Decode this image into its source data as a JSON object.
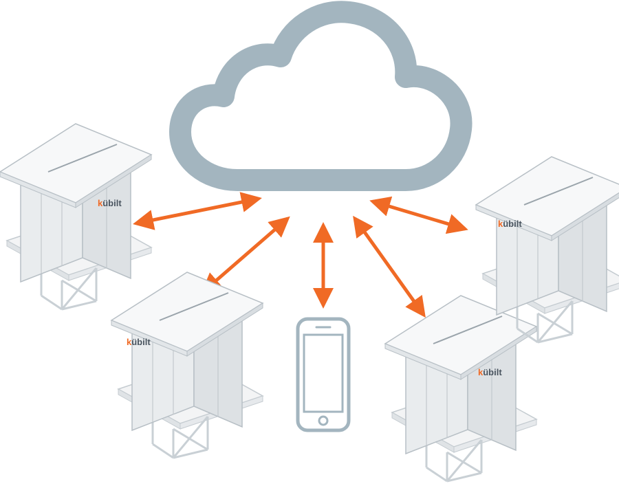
{
  "brand": {
    "logo_text": "kübilt",
    "logo_accent_letter": "k",
    "logo_rest": "übilt"
  },
  "colors": {
    "cloud": "#a3b5bf",
    "arrow": "#f06a25",
    "phone": "#a3b5bf",
    "unit_face": "#e9ecee",
    "unit_side": "#dde1e4",
    "unit_roof": "#f7f8f9",
    "unit_edge": "#b7bfc5",
    "logo_accent": "#f06a25",
    "logo_text": "#4a5560"
  },
  "icons": [
    "cloud-icon",
    "smartphone-icon",
    "bidirectional-arrow-icon"
  ]
}
